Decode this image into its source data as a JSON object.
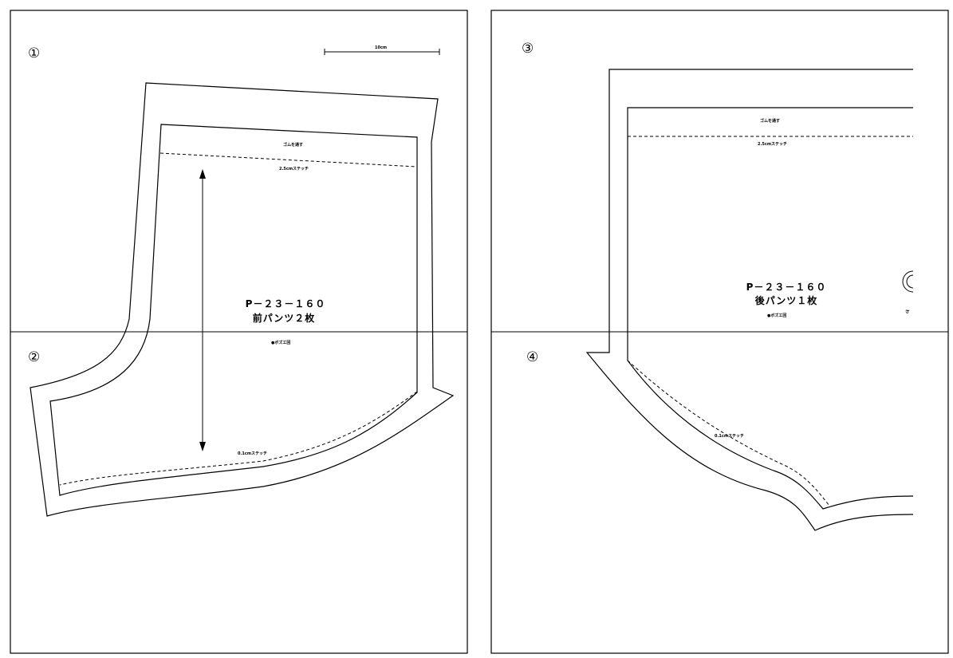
{
  "scale": {
    "label": "10cm"
  },
  "sheets": [
    {
      "panels": [
        "①",
        "②"
      ],
      "elastic_note": "ゴムを通す",
      "top_stitch": "2.5cmステッチ",
      "bottom_stitch": "0.1cmステッチ",
      "code": "P－２３－１６０",
      "piece": "前パンツ２枚",
      "fabric_note": "●ボズエ回"
    },
    {
      "panels": [
        "③",
        "④"
      ],
      "elastic_note": "ゴムを通す",
      "top_stitch": "2.5cmステッチ",
      "bottom_stitch": "0.1cmステッチ",
      "code": "P－２３－１６０",
      "piece": "後パンツ１枚",
      "fabric_note": "●ボズエ回",
      "side_note": "わ"
    }
  ]
}
